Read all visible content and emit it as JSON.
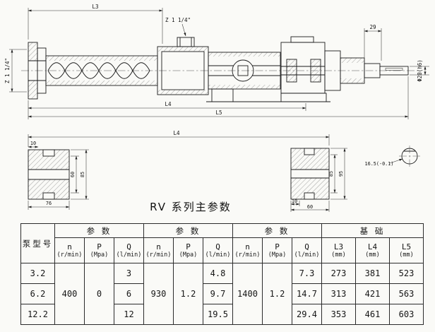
{
  "title": "RV 系列主参数",
  "drawing": {
    "labels": {
      "dim_L3": "L3",
      "dim_L4_main": "L4",
      "dim_L5": "L5",
      "inlet_thread": "Z 1 1/4\"",
      "outlet_thread": "Z 1 1/4\"",
      "dim_29": "29",
      "shaft_diameter": "Φ20(h6)",
      "dim_L4_section": "L4",
      "left_section_dim_10": "10",
      "left_section_dim_60": "60",
      "left_section_dim_85": "85",
      "left_section_dim_76": "76",
      "right_section_dim_10": "10",
      "right_section_dim_60": "60",
      "right_section_dim_85": "85",
      "right_section_dim_95": "95",
      "key_detail_dim": "16.5(-0.1)"
    }
  },
  "table": {
    "model_header": "泵型号",
    "param_group_header": "参 数",
    "base_group_header": "基 础",
    "sub_headers": {
      "n": "n",
      "n_unit": "(r/min)",
      "P": "P",
      "P_unit": "(Mpa)",
      "Q": "Q",
      "Q_unit": "(l/min)",
      "L3": "L3",
      "L4": "L4",
      "L5": "L5",
      "mm_unit": "(mm)"
    },
    "merged": {
      "n1": "400",
      "p1": "0",
      "n2": "930",
      "p2": "1.2",
      "n3": "1400",
      "p3": "1.2"
    },
    "rows": [
      {
        "model": "3.2",
        "q1": "3",
        "q2": "4.8",
        "q3": "7.3",
        "l3": "273",
        "l4": "381",
        "l5": "523"
      },
      {
        "model": "6.2",
        "q1": "6",
        "q2": "9.7",
        "q3": "14.7",
        "l3": "313",
        "l4": "421",
        "l5": "563"
      },
      {
        "model": "12.2",
        "q1": "12",
        "q2": "19.5",
        "q3": "29.4",
        "l3": "353",
        "l4": "461",
        "l5": "603"
      }
    ]
  }
}
